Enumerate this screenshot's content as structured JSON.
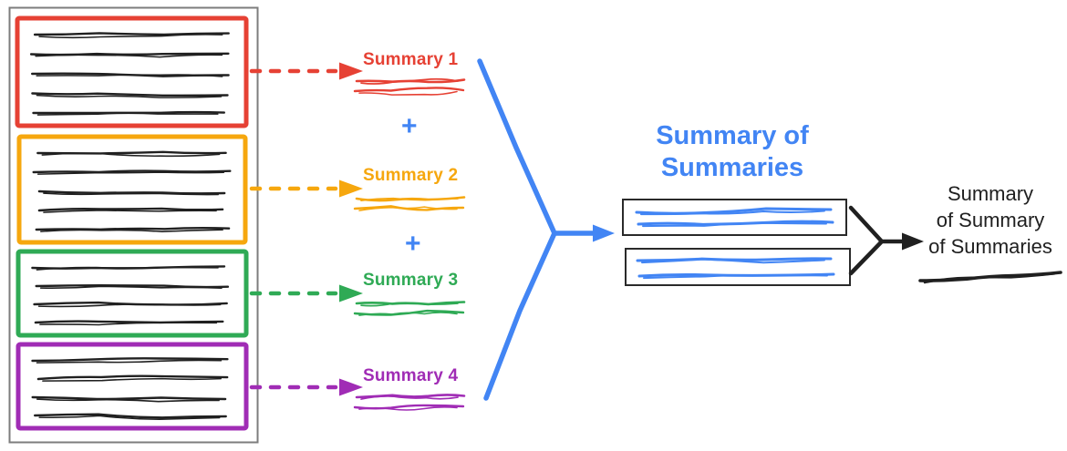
{
  "colors": {
    "red": "#e64134",
    "orange": "#f6a70e",
    "green": "#2faa55",
    "purple": "#a02cb5",
    "blue": "#4285f4",
    "ink": "#202020",
    "panel_border": "#7d7d7d",
    "box_border": "#2a2a2a",
    "background": "#ffffff"
  },
  "documents": [
    {
      "name": "document-1",
      "color": "red",
      "line_count": 5
    },
    {
      "name": "document-2",
      "color": "orange",
      "line_count": 5
    },
    {
      "name": "document-3",
      "color": "green",
      "line_count": 4
    },
    {
      "name": "document-4",
      "color": "purple",
      "line_count": 4
    }
  ],
  "summaries": [
    {
      "label": "Summary 1",
      "color": "red"
    },
    {
      "label": "Summary 2",
      "color": "orange"
    },
    {
      "label": "Summary 3",
      "color": "green"
    },
    {
      "label": "Summary 4",
      "color": "purple"
    }
  ],
  "plus_sign": "+",
  "summary_of_summaries": {
    "line1": "Summary of",
    "line2": "Summaries",
    "box_count": 2
  },
  "final_summary": {
    "line1": "Summary",
    "line2": "of Summary",
    "line3": "of Summaries"
  }
}
